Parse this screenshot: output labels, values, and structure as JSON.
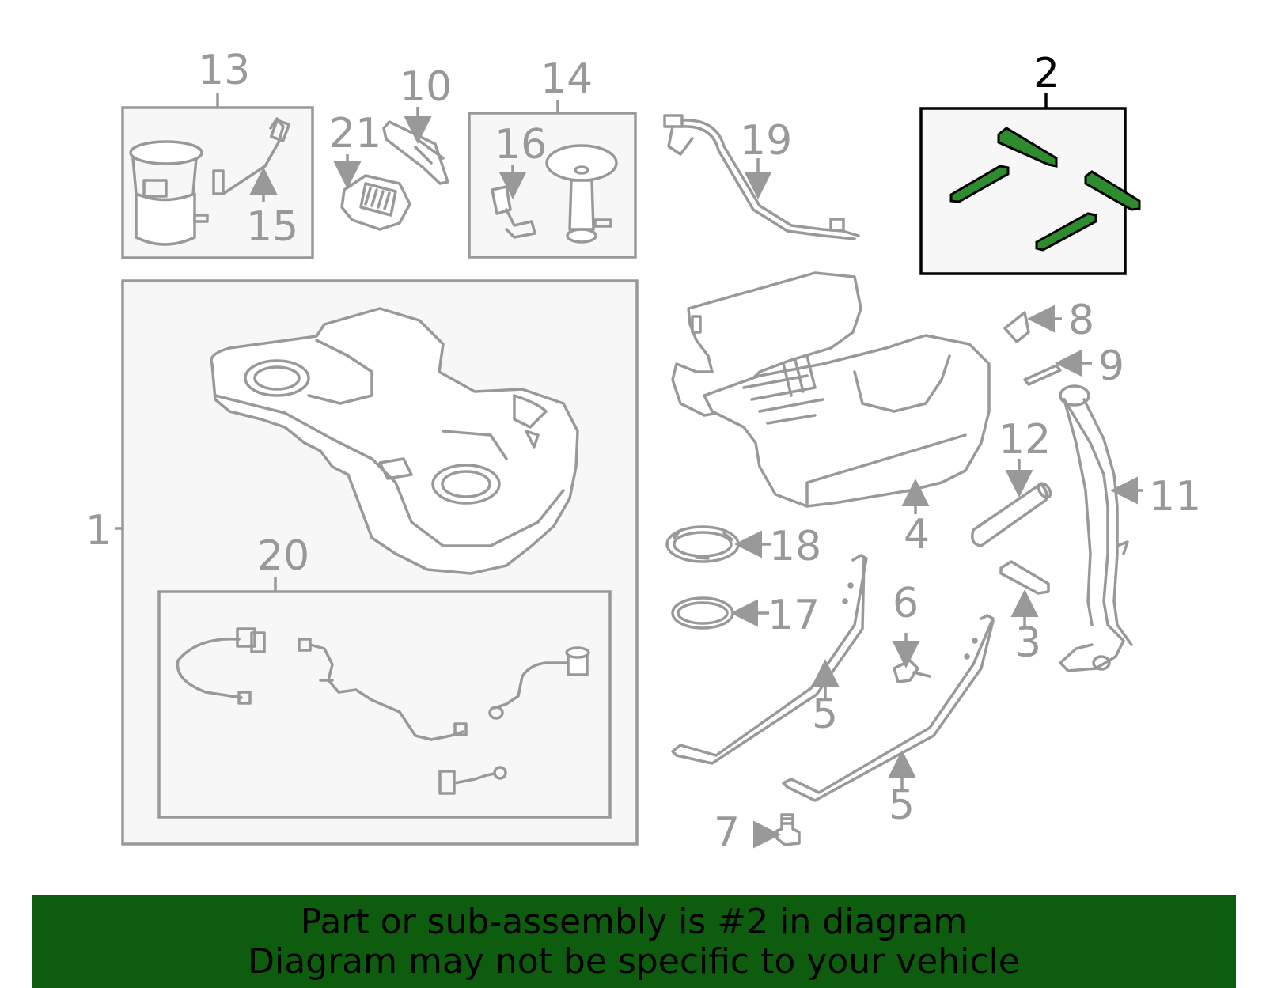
{
  "colors": {
    "banner_bg": "#0e5c0e",
    "highlight_fill": "#2e8b2e",
    "line_gray": "#999999",
    "highlight_stroke": "#000000"
  },
  "callouts": {
    "c1": "1",
    "c2": "2",
    "c3": "3",
    "c4": "4",
    "c5a": "5",
    "c5b": "5",
    "c6": "6",
    "c7": "7",
    "c8": "8",
    "c9": "9",
    "c10": "10",
    "c11": "11",
    "c12": "12",
    "c13": "13",
    "c14": "14",
    "c15": "15",
    "c16": "16",
    "c17": "17",
    "c18": "18",
    "c19": "19",
    "c20": "20",
    "c21": "21"
  },
  "highlighted_part": "2",
  "banner": {
    "line1": "Part or sub-assembly is #2 in diagram",
    "line2": "Diagram may not be specific to your vehicle"
  }
}
